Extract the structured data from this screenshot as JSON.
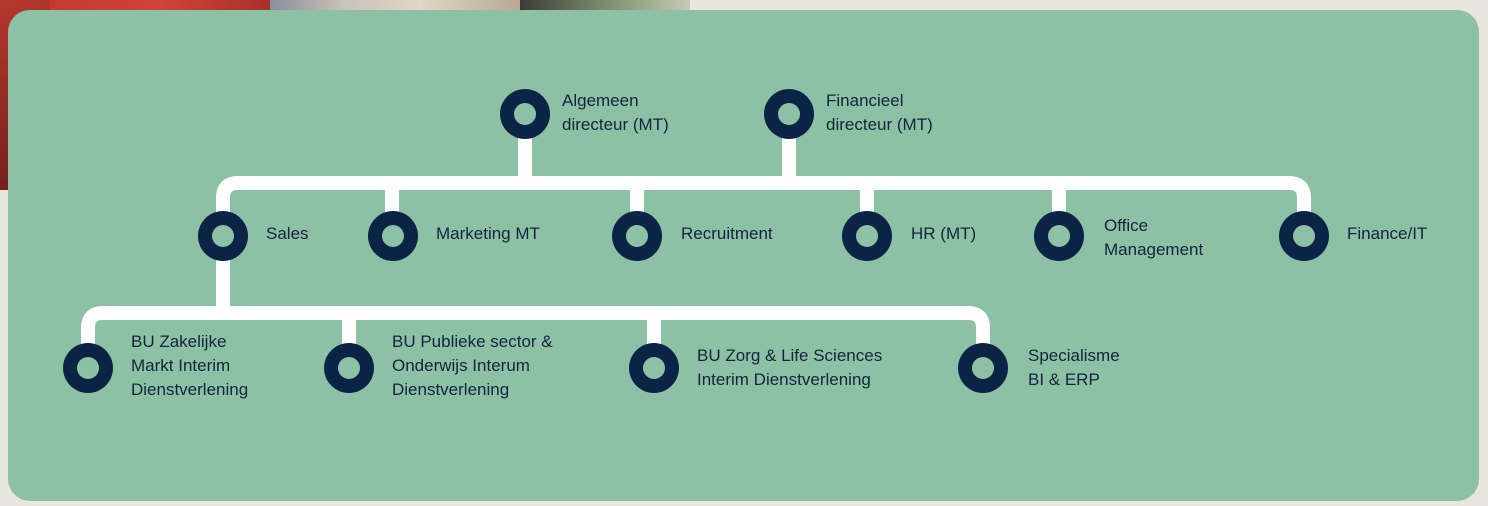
{
  "nodes": {
    "ceo": "Algemeen\ndirecteur (MT)",
    "cfo": "Financieel\ndirecteur (MT)",
    "sales": "Sales",
    "marketing": "Marketing MT",
    "recruitment": "Recruitment",
    "hr": "HR (MT)",
    "office": "Office\nManagement",
    "finance_it": "Finance/IT",
    "bu_zakelijk": "BU Zakelijke\nMarkt Interim\nDienstverlening",
    "bu_publiek": "BU Publieke sector &\nOnderwijs Interum\nDienstverlening",
    "bu_zorg": "BU Zorg & Life Sciences\nInterim Dienstverlening",
    "specialisme": "Specialisme\nBI & ERP"
  },
  "colors": {
    "background": "#8cc1a6",
    "node": "#0b2345",
    "connector": "#ffffff",
    "text": "#14233d"
  }
}
